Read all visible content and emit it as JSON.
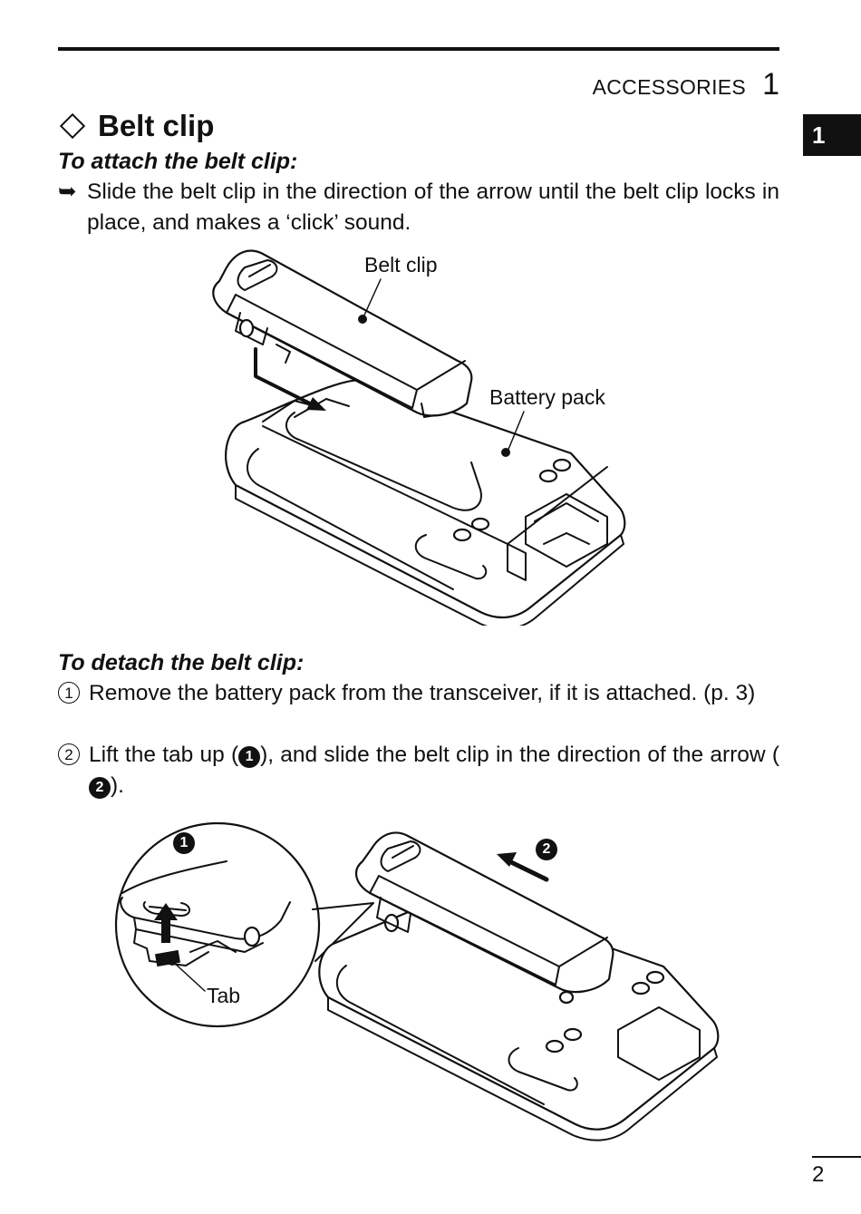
{
  "header": {
    "section": "ACCESSORIES",
    "chapter": "1"
  },
  "side_tab": "1",
  "title": "Belt clip",
  "attach": {
    "heading": "To attach the belt clip:",
    "bullet": "➥",
    "text": "Slide the belt clip in the direction of the arrow until the belt clip locks in place, and makes a ‘click’ sound."
  },
  "figure1": {
    "label_clip": "Belt clip",
    "label_pack": "Battery pack"
  },
  "detach": {
    "heading": "To detach the belt clip:",
    "step1": {
      "marker": "1",
      "text": "Remove the battery pack from the transceiver, if it is attached. (p. 3)"
    },
    "step2": {
      "marker": "2",
      "text_a": "Lift the tab up (",
      "ref1": "1",
      "text_b": "), and slide the belt clip in the direction of the arrow (",
      "ref2": "2",
      "text_c": ")."
    }
  },
  "figure2": {
    "label_tab": "Tab",
    "marker1": "1",
    "marker2": "2"
  },
  "page_number": "2"
}
